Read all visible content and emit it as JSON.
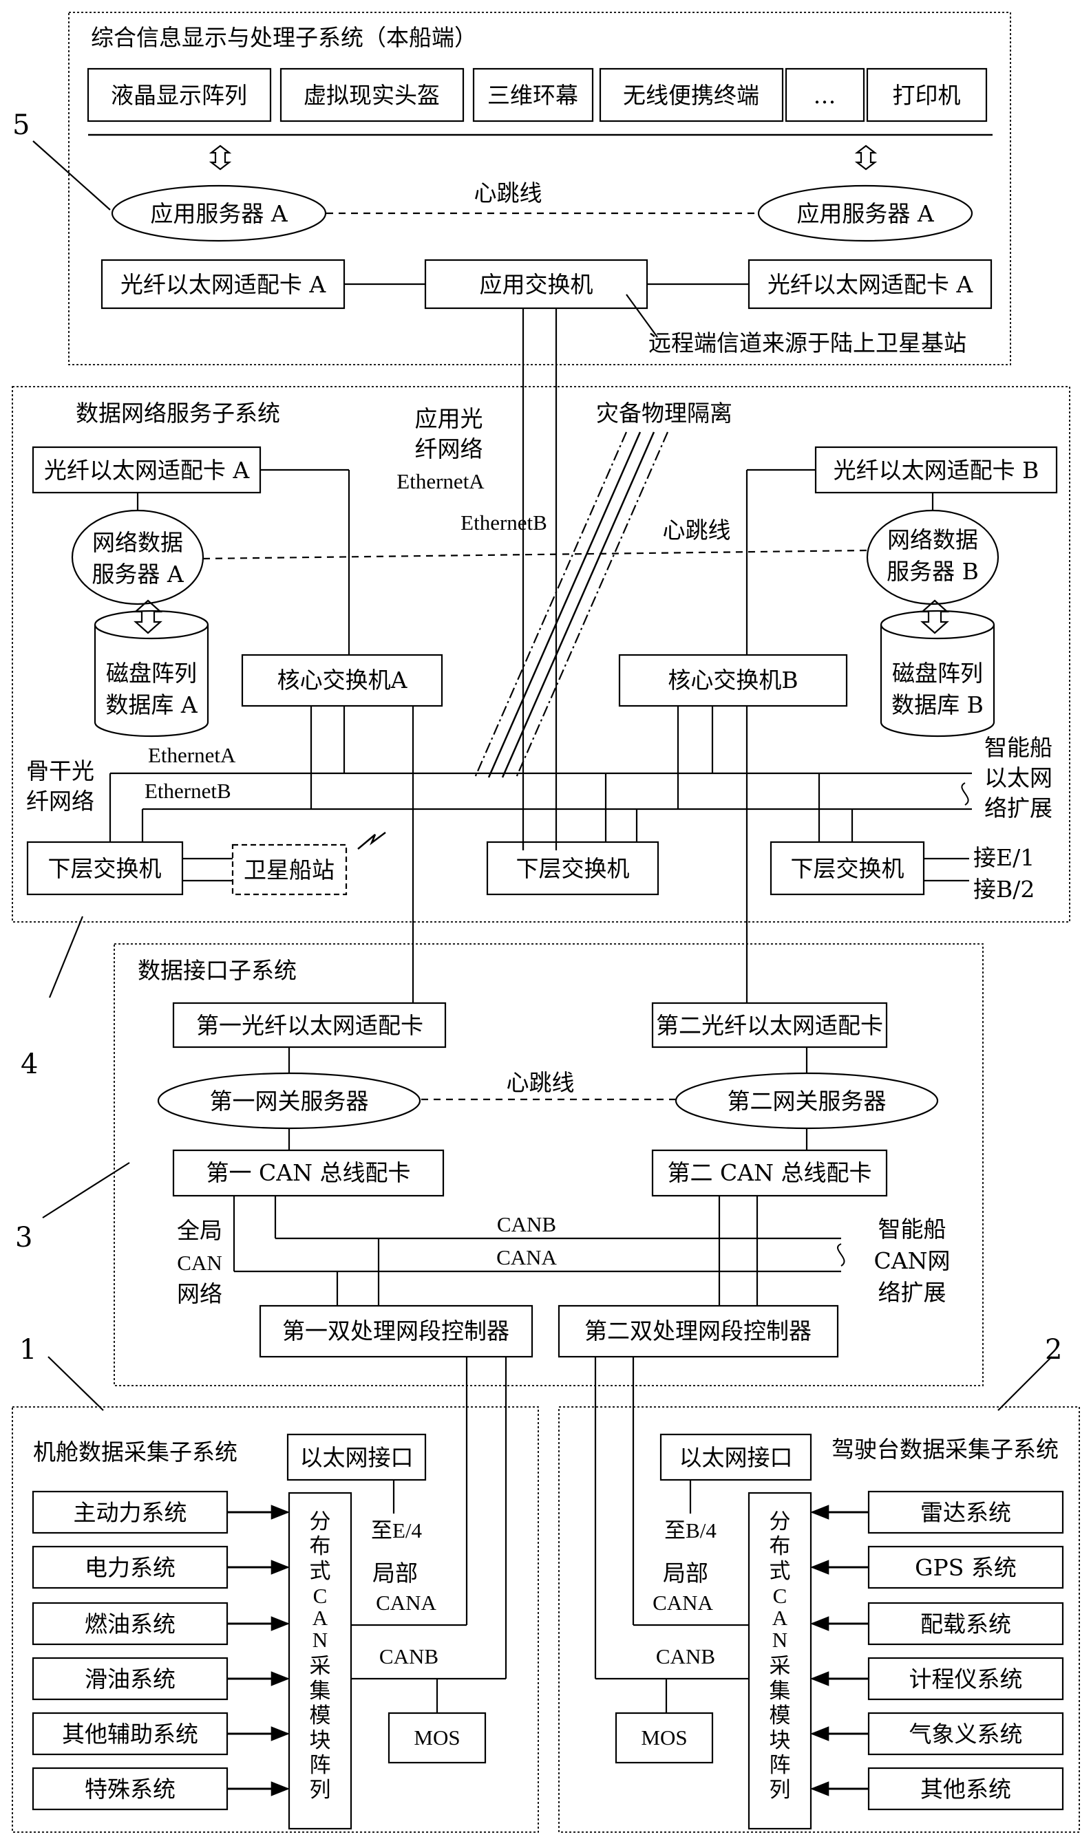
{
  "callouts": [
    "5",
    "4",
    "3",
    "1",
    "2"
  ],
  "display_subsystem": {
    "title": "综合信息显示与处理子系统（本船端）",
    "devices": [
      "液晶显示阵列",
      "虚拟现实头盔",
      "三维环幕",
      "无线便携终端",
      "…",
      "打印机"
    ],
    "app_server_left": "应用服务器 A",
    "app_server_right": "应用服务器 A",
    "heartbeat": "心跳线",
    "adapter_left": "光纤以太网适配卡 A",
    "adapter_right": "光纤以太网适配卡 A",
    "app_switch": "应用交换机",
    "remote_note": "远程端信道来源于陆上卫星基站"
  },
  "network_subsystem": {
    "title": "数据网络服务子系统",
    "fiber_label_1": "应用光",
    "fiber_label_2": "纤网络",
    "fiber_label_3": "EthernetA",
    "ethernet_b_top": "EthernetB",
    "isolation": "灾备物理隔离",
    "heartbeat": "心跳线",
    "adapter_a": "光纤以太网适配卡 A",
    "adapter_b": "光纤以太网适配卡 B",
    "server_a_1": "网络数据",
    "server_a_2": "服务器 A",
    "server_b_1": "网络数据",
    "server_b_2": "服务器 B",
    "disk_a_1": "磁盘阵列",
    "disk_a_2": "数据库 A",
    "disk_b_1": "磁盘阵列",
    "disk_b_2": "数据库 B",
    "core_a": "核心交换机A",
    "core_b": "核心交换机B",
    "backbone_1": "骨干光",
    "backbone_2": "纤网络",
    "eth_a": "EthernetA",
    "eth_b": "EthernetB",
    "ext_1": "智能船",
    "ext_2": "以太网",
    "ext_3": "络扩展",
    "lower_switch_1": "下层交换机",
    "satellite": "卫星船站",
    "lower_switch_2": "下层交换机",
    "lower_switch_3": "下层交换机",
    "conn_e1": "接E/1",
    "conn_b2": "接B/2"
  },
  "interface_subsystem": {
    "title": "数据接口子系统",
    "adapter_1": "第一光纤以太网适配卡",
    "adapter_2": "第二光纤以太网适配卡",
    "gateway_1": "第一网关服务器",
    "gateway_2": "第二网关服务器",
    "heartbeat": "心跳线",
    "can_card_1": "第一 CAN 总线配卡",
    "can_card_2": "第二 CAN 总线配卡",
    "canb": "CANB",
    "cana": "CANA",
    "global_1": "全局",
    "global_2": "CAN",
    "global_3": "网络",
    "ext_1": "智能船",
    "ext_2": "CAN网",
    "ext_3": "络扩展",
    "segment_1": "第一双处理网段控制器",
    "segment_2": "第二双处理网段控制器"
  },
  "engine_subsystem": {
    "title": "机舱数据采集子系统",
    "ethernet_port": "以太网接口",
    "to_e4": "至E/4",
    "local_1": "局部",
    "local_2": "CANA",
    "canb": "CANB",
    "mos": "MOS",
    "array": [
      "分",
      "布",
      "式",
      "C",
      "A",
      "N",
      "采",
      "集",
      "模",
      "块",
      "阵",
      "列"
    ],
    "systems": [
      "主动力系统",
      "电力系统",
      "燃油系统",
      "滑油系统",
      "其他辅助系统",
      "特殊系统"
    ]
  },
  "bridge_subsystem": {
    "title": "驾驶台数据采集子系统",
    "ethernet_port": "以太网接口",
    "to_b4": "至B/4",
    "local_1": "局部",
    "local_2": "CANA",
    "canb": "CANB",
    "mos": "MOS",
    "array": [
      "分",
      "布",
      "式",
      "C",
      "A",
      "N",
      "采",
      "集",
      "模",
      "块",
      "阵",
      "列"
    ],
    "systems": [
      "雷达系统",
      "GPS 系统",
      "配载系统",
      "计程仪系统",
      "气象义系统",
      "其他系统"
    ]
  }
}
